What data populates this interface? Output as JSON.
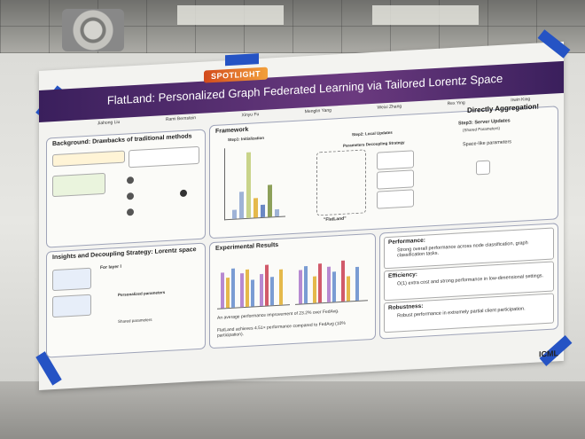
{
  "poster": {
    "badge": "SPOTLIGHT",
    "title": "FlatLand: Personalized Graph Federated Learning via Tailored Lorentz Space",
    "authors": [
      "Jiahong Liu",
      "Rami Bernstein",
      "Xinyu Fu",
      "Menglin Yang",
      "Weixi Zhang",
      "Rex Ying",
      "Irwin King"
    ],
    "sections": {
      "background": "Background: Drawbacks of traditional methods",
      "framework": "Framework",
      "step1": "Step1: Initialization",
      "step2": "Step2: Local Updates",
      "step2_sub": "Parameters Decoupling Strategy",
      "step3": "Step3: Server Updates",
      "step3_sub": "(Shared Parameters)",
      "spacelike": "Space-like parameters",
      "direct": "Directly Aggregation!",
      "flatland": "\"FlatLand\"",
      "insights": "Insights and Decoupling Strategy: Lorentz space",
      "for_layer": "For layer l",
      "personalized": "Personalized parameters",
      "shared": "Shared parameters",
      "experimental": "Experimental Results",
      "avg_improve": "An average performance improvement of 23.2% over FedAvg.",
      "flatland_speed": "FlatLand achieves 4.51× performance compared to FedAvg (10% participation).",
      "performance_h": "Performance:",
      "performance_t": "Strong overall performance across node classification, graph classification tasks.",
      "efficiency_h": "Efficiency:",
      "efficiency_t": "O(1) extra cost and strong performance in low-dimensional settings.",
      "robustness_h": "Robustness:",
      "robustness_t": "Robust performance in extremely partial client participation.",
      "logo": "ICML"
    }
  },
  "colors": {
    "title_band": "#4a2a6e",
    "tape": "#2553c4",
    "badge": "#e0702c"
  }
}
